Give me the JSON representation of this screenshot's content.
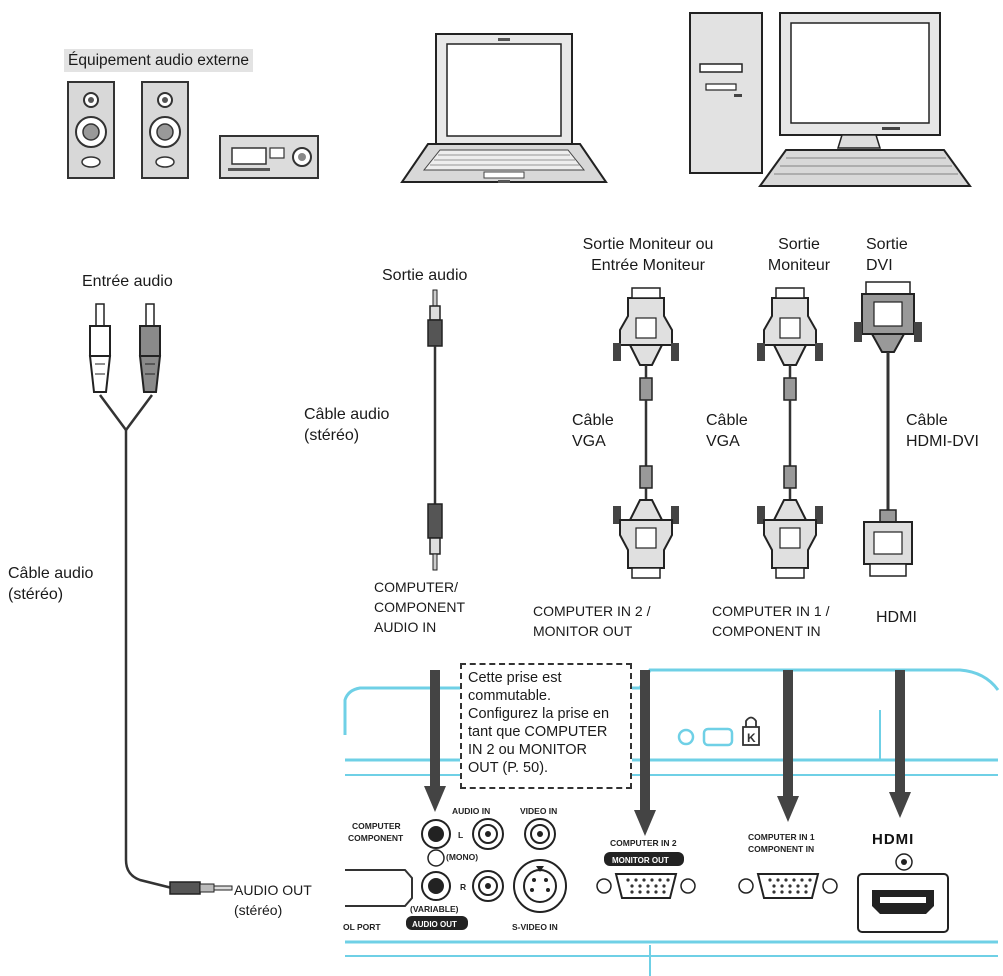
{
  "external_audio": {
    "title": "Équipement audio externe"
  },
  "labels": {
    "entree_audio": "Entrée audio",
    "sortie_audio": "Sortie audio",
    "sortie_moniteur_ou_1": "Sortie Moniteur ou",
    "sortie_moniteur_ou_2": "Entrée Moniteur",
    "sortie_moniteur_1": "Sortie",
    "sortie_moniteur_2": "Moniteur",
    "sortie_dvi_1": "Sortie",
    "sortie_dvi_2": "DVI",
    "cable_audio_stereo_1_a": "Câble audio",
    "cable_audio_stereo_1_b": "(stéréo)",
    "cable_vga_a_1": "Câble",
    "cable_vga_a_2": "VGA",
    "cable_vga_b_1": "Câble",
    "cable_vga_b_2": "VGA",
    "cable_hdmi_dvi_1": "Câble",
    "cable_hdmi_dvi_2": "HDMI-DVI",
    "cable_audio_stereo_2_a": "Câble audio",
    "cable_audio_stereo_2_b": "(stéréo)",
    "computer_component_audio_in_1": "COMPUTER/",
    "computer_component_audio_in_2": "COMPONENT",
    "computer_component_audio_in_3": "AUDIO IN",
    "computer_in2_monitor_out_1": "COMPUTER IN 2 /",
    "computer_in2_monitor_out_2": "MONITOR OUT",
    "computer_in1_component_in_1": "COMPUTER IN 1 /",
    "computer_in1_component_in_2": "COMPONENT IN",
    "hdmi": "HDMI",
    "audio_out_1": "AUDIO OUT",
    "audio_out_2": "(stéréo)"
  },
  "note": {
    "lines": [
      "Cette prise est",
      "commutable.",
      "Configurez la prise en",
      "tant que COMPUTER",
      "IN 2 ou MONITOR",
      "OUT (P. 50)."
    ]
  },
  "panel": {
    "computer_component_1": "COMPUTER",
    "computer_component_2": "COMPONENT",
    "audio_in": "AUDIO IN",
    "video_in": "VIDEO IN",
    "l": "L",
    "mono": "(MONO)",
    "r": "R",
    "variable": "(VARIABLE)",
    "audio_out": "AUDIO OUT",
    "s_video_in": "S-VIDEO IN",
    "ol_port": "OL PORT",
    "computer_in_2": "COMPUTER IN 2",
    "monitor_out": "MONITOR OUT",
    "computer_in_1": "COMPUTER IN 1",
    "component_in": "COMPONENT IN",
    "hdmi_logo": "HDMI"
  }
}
